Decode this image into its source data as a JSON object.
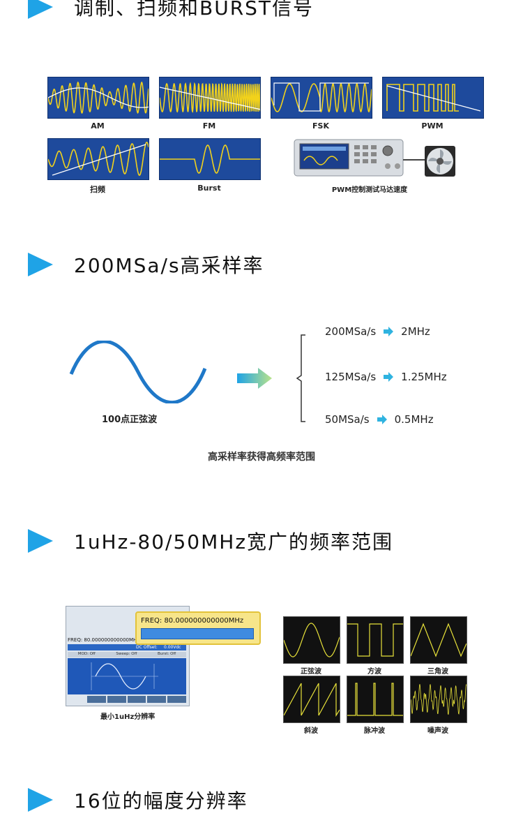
{
  "sections": [
    {
      "title": "调制、扫频和BURST信号"
    },
    {
      "title": "200MSa/s高采样率"
    },
    {
      "title": "1uHz-80/50MHz宽广的频率范围"
    },
    {
      "title": "16位的幅度分辨率"
    }
  ],
  "modulation": {
    "labels": [
      "AM",
      "FM",
      "FSK",
      "PWM",
      "扫频",
      "Burst"
    ],
    "device_caption": "PWM控制测试马达速度"
  },
  "sampling": {
    "sine_label": "100点正弦波",
    "rates": [
      {
        "rate": "200MSa/s",
        "freq": "2MHz"
      },
      {
        "rate": "125MSa/s",
        "freq": "1.25MHz"
      },
      {
        "rate": "50MSa/s",
        "freq": "0.5MHz"
      }
    ],
    "caption": "高采样率获得高频率范围"
  },
  "freq_range": {
    "zoom_readout": "FREQ: 80.000000000000MHz",
    "screen_freq": "FREQ: 80.000000000000MHz",
    "dc_offset_label": "DC Offset:",
    "dc_offset_value": "0.00Vdc",
    "status_items": [
      "MOD: Off",
      "Sweep: Off",
      "Burst: Off"
    ],
    "caption": "最小1uHz分辨率",
    "waveforms": [
      "正弦波",
      "方波",
      "三角波",
      "斜波",
      "脉冲波",
      "噪声波"
    ]
  },
  "colors": {
    "accent": "#1fa3e6",
    "wave_bg": "#1e4a9c",
    "wave_line": "#f2d21b"
  }
}
